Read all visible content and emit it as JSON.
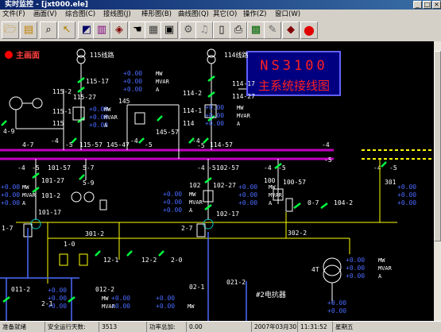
{
  "window": {
    "title": "实时监控 - [jxt000.ele]"
  },
  "menu": [
    "文件(F)",
    "画面(V)",
    "综合图(C)",
    "接线图(J)",
    "棒形图(B)",
    "曲线图(Q)",
    "其它(O)",
    "操作(Z)",
    "窗口(W)"
  ],
  "toolbar_icons": [
    "open-folder-icon",
    "folder-icon",
    "magnifier-icon",
    "pointer-icon",
    "chart-icon",
    "bar-chart-icon",
    "cube-icon",
    "hand-icon",
    "keyboard-icon",
    "table-icon",
    "alarm-icon",
    "bell-icon",
    "document-icon",
    "printer-icon",
    "picture-icon",
    "tool-icon",
    "book-icon",
    "stop-icon"
  ],
  "diagram": {
    "main_link": "主画面",
    "system_name": "NS3100",
    "diagram_title": "主系统接线图",
    "lines": {
      "line_115": "115线路",
      "line_114": "114线路"
    },
    "reactor_2": "#2电抗器",
    "zero": "+0.00",
    "units": {
      "mw": "MW",
      "mvar": "MVAR",
      "a": "A"
    },
    "labels": {
      "l115_17": "115-17",
      "l115_27": "115-27",
      "l115_2": "115-2",
      "l115_1": "115-1",
      "l115": "115",
      "l145": "145",
      "l114_17": "114-17",
      "l114_27": "114-27",
      "l114_2": "114-2",
      "l114_1": "114-1",
      "l114": "114",
      "l145_57": "145-57",
      "l145_47": "145-47",
      "l115_57": "115-57",
      "l114_57": "114-57",
      "l4_7": "4-7",
      "l4_9": "4-9",
      "m4a": "-4",
      "m5a": "-5",
      "m4b": "-4",
      "m5b": "-5",
      "m4c": "-4",
      "m5c": "-5",
      "m4d": "-4",
      "m5d": "-5",
      "bus4": "-4",
      "bus5": "-5",
      "l101_57": "101-57",
      "l101_27": "101-27",
      "l101_2": "101-2",
      "l101_17": "101-17",
      "l5_7": "5-7",
      "l5_9": "5-9",
      "l102_57": "102-57",
      "l102_27": "102-27",
      "l102": "102",
      "l102_17": "102-17",
      "l100_57": "100-57",
      "l100": "100",
      "l301": "301",
      "l0_7": "0-7",
      "l104_2": "104-2",
      "l302_2": "302-2",
      "l301_2": "301-2",
      "l1_7": "1-7",
      "l1_0": "1-0",
      "l2_7": "2-7",
      "l12_1": "12-1",
      "l12_2": "12-2",
      "l2_0": "2-0",
      "l4t": "4T",
      "l011_2": "011-2",
      "l012_2": "012-2",
      "l02_1": "02-1",
      "l021_2": "021-2",
      "l2_1": "2-1",
      "m4e": "-4",
      "m5e": "-5",
      "m4f": "-4",
      "m5f": "-5",
      "m4g": "-4",
      "m5g": "-5"
    }
  },
  "status": {
    "ready": "准备就绪",
    "safe_days_label": "安全运行天数:",
    "safe_days": "3513",
    "power_factor_label": "功率总加:",
    "power_factor": "0.00",
    "date": "2007年03月30日",
    "time": "11:31:52",
    "weekday": "星期五"
  }
}
